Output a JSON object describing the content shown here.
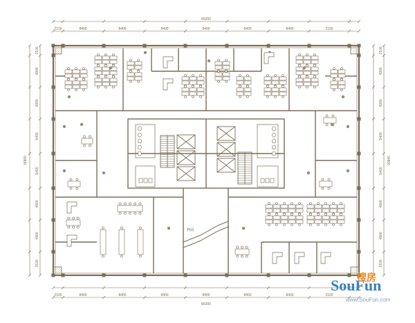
{
  "plan": {
    "line_color": "#7a6d57",
    "fill_color": "#ffffff",
    "top_total": "86200",
    "bottom_total": "86200",
    "left_total": "34800",
    "right_total": "34800",
    "h_spans": [
      "2100",
      "8400",
      "8400",
      "8400",
      "8400",
      "8400",
      "8400",
      "2100"
    ],
    "bottom_spans": [
      "2100",
      "8400",
      "8400",
      "8400",
      "8400",
      "8400",
      "8400",
      "2100"
    ],
    "v_spans": [
      "2100",
      "4900",
      "4900",
      "5400",
      "5400",
      "4900",
      "4900",
      "2100"
    ],
    "right_spans": [
      "2100",
      "4900",
      "4900",
      "5400",
      "5400",
      "4900",
      "4900",
      "2100"
    ],
    "room_label": "开间"
  },
  "watermark": {
    "brand": "SouFun",
    "chinese": "搜房",
    "url": "www.SouFun.com",
    "brand_color": "#3a7fc1",
    "accent_color": "#f08a24"
  }
}
